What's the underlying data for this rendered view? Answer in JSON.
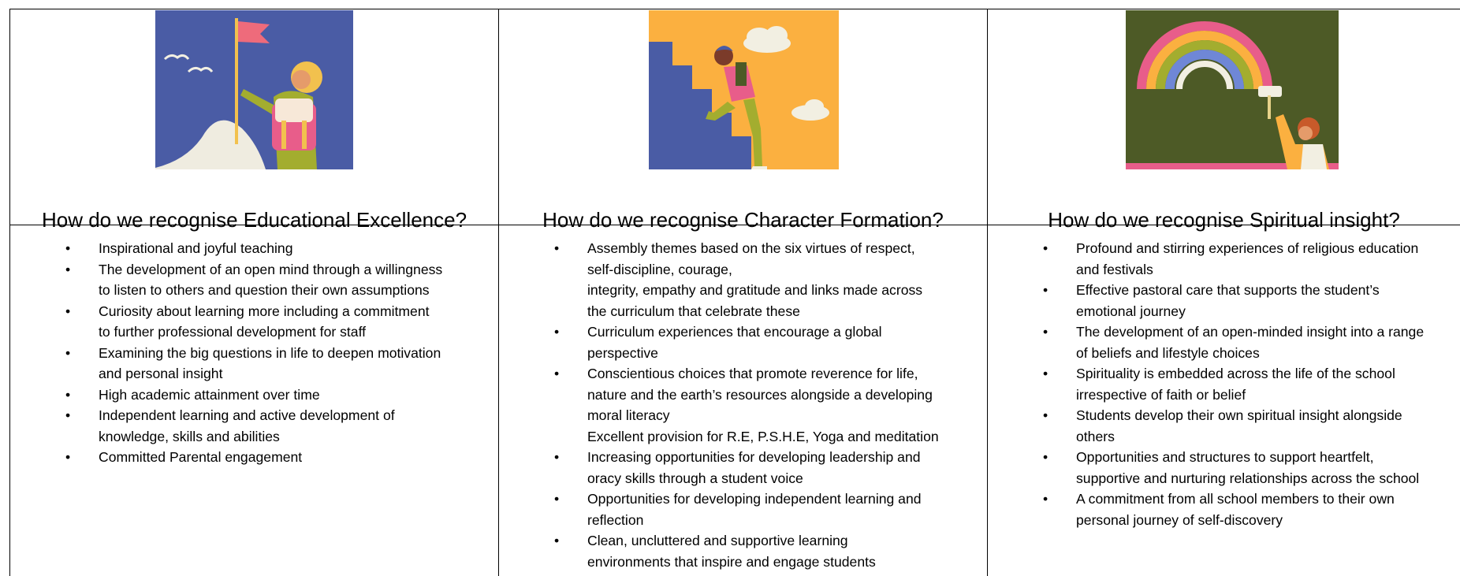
{
  "columns": [
    {
      "heading": "How do we recognise Educational Excellence?",
      "illustration": "climber-with-flag-icon",
      "items": [
        {
          "lines": [
            "Inspirational and joyful teaching"
          ]
        },
        {
          "lines": [
            "The development of an open mind through a willingness",
            "to listen to others and question their own assumptions"
          ]
        },
        {
          "lines": [
            "Curiosity about learning more including a commitment",
            "to further professional development for staff"
          ]
        },
        {
          "lines": [
            "Examining the big questions in life to deepen motivation",
            "and personal insight"
          ]
        },
        {
          "lines": [
            "High academic attainment over time"
          ]
        },
        {
          "lines": [
            "Independent learning and active development of",
            "knowledge, skills  and abilities"
          ]
        },
        {
          "lines": [
            "Committed Parental engagement"
          ]
        }
      ]
    },
    {
      "heading": "How do we recognise Character Formation?",
      "illustration": "person-climbing-stairs-icon",
      "items": [
        {
          "lines": [
            "Assembly themes based on the six virtues of respect,",
            "self-discipline, courage,",
            "integrity, empathy and gratitude and links made across",
            "the curriculum that celebrate these"
          ]
        },
        {
          "lines": [
            "Curriculum experiences that encourage a global",
            "perspective"
          ]
        },
        {
          "lines": [
            "Conscientious choices that promote reverence for life,",
            "nature and the earth’s resources alongside a developing",
            "moral literacy",
            "Excellent provision for R.E, P.S.H.E, Yoga and meditation"
          ]
        },
        {
          "lines": [
            "Increasing opportunities for developing leadership and",
            "oracy skills through a student voice"
          ]
        },
        {
          "lines": [
            "Opportunities for developing independent learning and",
            "reflection"
          ]
        },
        {
          "lines": [
            "Clean, uncluttered and supportive learning",
            "environments that inspire and engage students"
          ]
        }
      ]
    },
    {
      "heading": "How do we recognise Spiritual insight?",
      "illustration": "painting-rainbow-icon",
      "items": [
        {
          "lines": [
            "Profound and stirring experiences of religious education",
            "and festivals"
          ]
        },
        {
          "lines": [
            "Effective pastoral care that supports the student’s",
            "emotional journey"
          ]
        },
        {
          "lines": [
            "The development of an open-minded insight into a range",
            "of beliefs and lifestyle choices"
          ]
        },
        {
          "lines": [
            "Spirituality is embedded across the life of the school",
            "irrespective of faith or belief"
          ]
        },
        {
          "lines": [
            "Students develop their own spiritual insight alongside",
            "others"
          ]
        },
        {
          "lines": [
            "Opportunities and structures to support heartfelt,",
            "supportive and nurturing relationships across the school"
          ]
        },
        {
          "lines": [
            "A commitment from all school members to their own",
            "personal journey of self-discovery"
          ]
        }
      ]
    }
  ],
  "bullet_char": "•",
  "colors": {
    "illustration1_bg": "#4a5ca5",
    "illustration2_bg": "#fbb040",
    "illustration3_bg": "#4d5a26",
    "flag": "#ee6b7b",
    "jacket_green": "#a3ad2f",
    "pink": "#e85d8a"
  }
}
